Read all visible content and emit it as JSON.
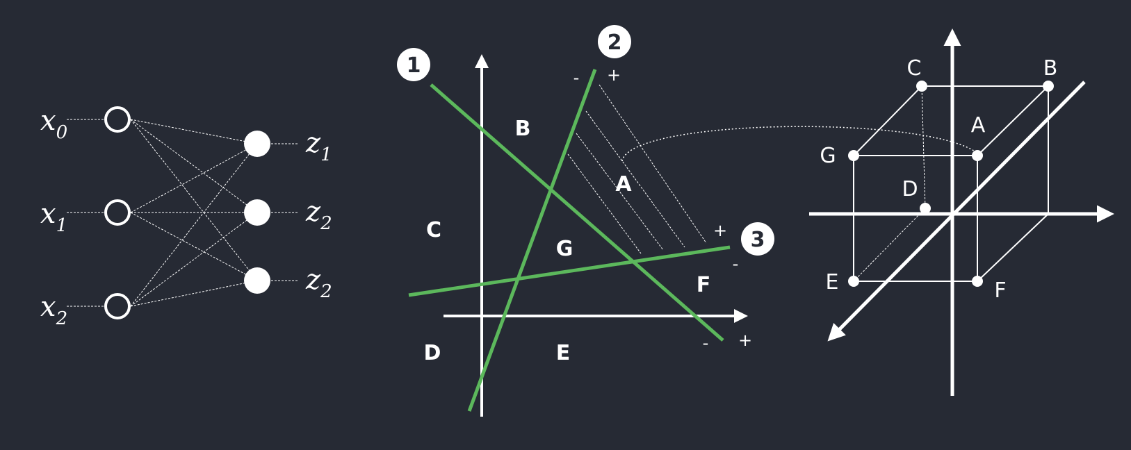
{
  "colors": {
    "background": "#262a34",
    "foreground": "#ffffff",
    "boundary_line": "#5cb85c",
    "badge_text": "#262a34"
  },
  "network": {
    "inputs": [
      {
        "symbol": "x",
        "sub": "0"
      },
      {
        "symbol": "x",
        "sub": "1"
      },
      {
        "symbol": "x",
        "sub": "2"
      }
    ],
    "outputs": [
      {
        "symbol": "z",
        "sub": "1"
      },
      {
        "symbol": "z",
        "sub": "2"
      },
      {
        "symbol": "z",
        "sub": "2"
      }
    ]
  },
  "regions_plot": {
    "lines": [
      {
        "badge": "1",
        "plus": "+",
        "minus": "-"
      },
      {
        "badge": "2",
        "plus": "+",
        "minus": "-"
      },
      {
        "badge": "3",
        "plus": "+",
        "minus": "-"
      }
    ],
    "regions": {
      "A": "A",
      "B": "B",
      "C": "C",
      "D": "D",
      "E": "E",
      "F": "F",
      "G": "G"
    }
  },
  "cube": {
    "vertices": {
      "A": "A",
      "B": "B",
      "C": "C",
      "D": "D",
      "E": "E",
      "F": "F",
      "G": "G"
    }
  }
}
